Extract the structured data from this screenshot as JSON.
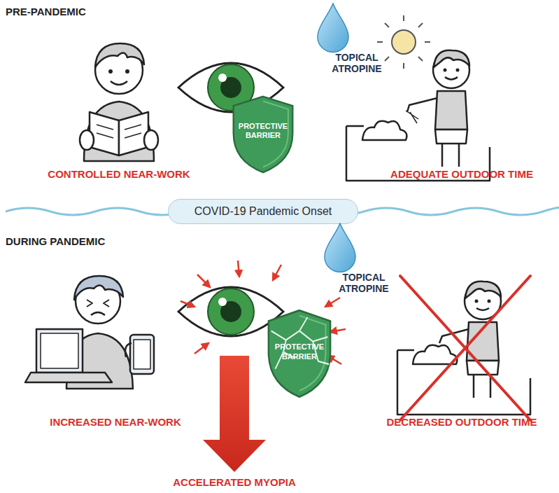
{
  "diagram": {
    "nodes": [
      {
        "text": [
          "PROTECTIVE BARRIER"
        ]
      },
      {
        "text": [
          "TOPICAL ATROPINE"
        ]
      },
      {
        "text": [
          "COVID-19 Pandemic Onset"
        ]
      },
      {
        "text": [
          "PROTECTIVE BARRIER"
        ]
      },
      {
        "text": [
          "TOPICAL ATROPINE"
        ]
      }
    ],
    "labels": [
      "PRE-PANDEMIC",
      "CONTROLLED NEAR-WORK",
      "ADEQUATE OUTDOOR TIME",
      "DURING PANDEMIC",
      "INCREASED NEAR-WORK",
      "DECREASED OUTDOOR TIME",
      "ACCELERATED MYOPIA"
    ]
  }
}
